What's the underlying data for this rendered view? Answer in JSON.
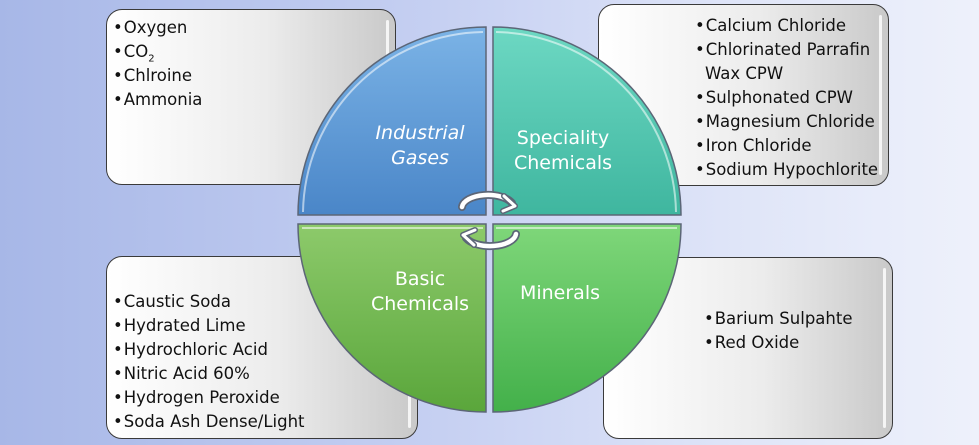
{
  "quadrants": {
    "industrial": {
      "label_line1": "Industrial",
      "label_line2": "Gases",
      "color": "#5b9bd5",
      "items": [
        "Oxygen",
        "CO",
        "Chlroine",
        "Ammonia"
      ],
      "co2_subscript": "2"
    },
    "speciality": {
      "label_line1": "Speciality",
      "label_line2": "Chemicals",
      "color": "#4fc7b0",
      "items": [
        "Calcium Chloride",
        "Chlorinated Parrafin",
        "Wax CPW",
        "Sulphonated CPW",
        "Magnesium Chloride",
        "Iron Chloride",
        "Sodium Hypochlorite"
      ]
    },
    "basic": {
      "label_line1": "Basic",
      "label_line2": "Chemicals",
      "color": "#6cb84a",
      "items": [
        "Caustic Soda",
        "Hydrated Lime",
        "Hydrochloric Acid",
        "Nitric Acid 60%",
        "Hydrogen Peroxide",
        "Soda Ash Dense/Light"
      ]
    },
    "minerals": {
      "label_line1": "Minerals",
      "color": "#56c45a",
      "items": [
        "Barium Sulpahte",
        "Red Oxide"
      ]
    }
  },
  "bullet": "•"
}
